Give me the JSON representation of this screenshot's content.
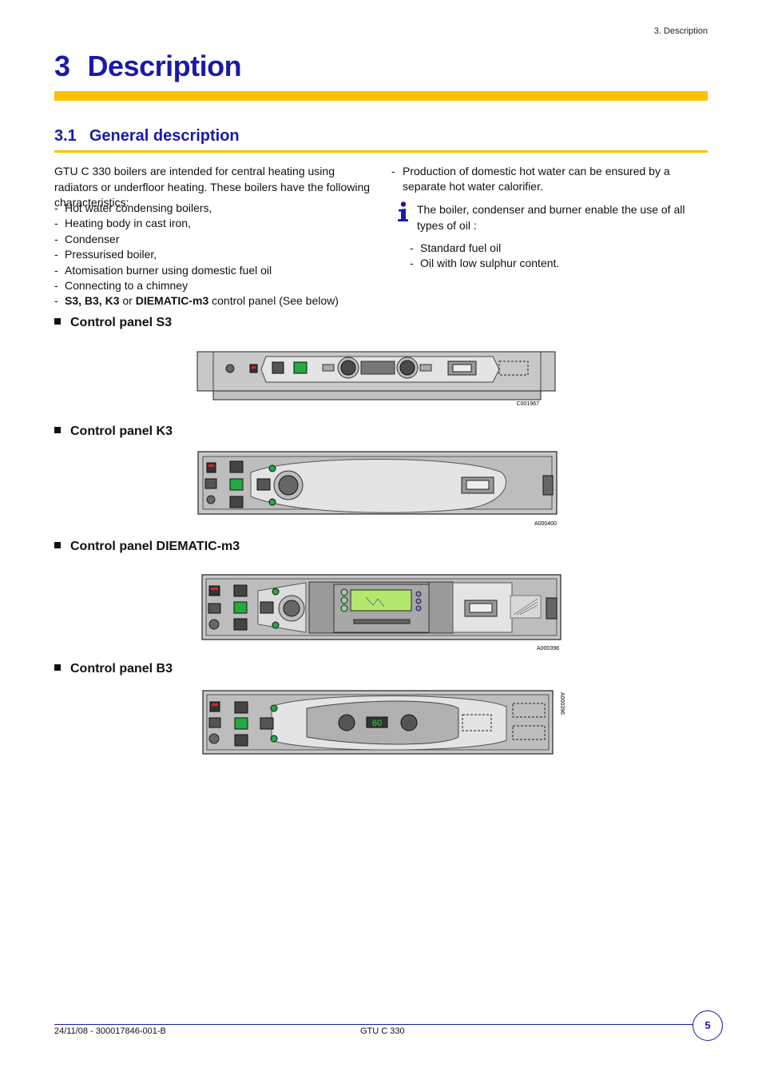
{
  "header": {
    "running_title": "3. Description"
  },
  "chapter": {
    "number": "3",
    "title": "Description"
  },
  "section": {
    "number": "3.1",
    "title": "General description"
  },
  "intro": {
    "text": "GTU C 330 boilers are intended for central heating using radiators or underfloor heating. These boilers have the following characteristics:",
    "characteristics": [
      "Hot water condensing boilers,",
      "Heating body in cast iron,",
      "Condenser",
      "Pressurised boiler,",
      "Atomisation burner using domestic fuel oil",
      "Connecting to a chimney"
    ],
    "panel_item": {
      "bold1": "S3, B3, K3",
      "or": " or ",
      "bold2": "DIEMATIC-m3",
      "rest": " control panel (See below)"
    }
  },
  "right_column": {
    "calorifier": "Production of domestic hot water can be ensured by a separate hot water calorifier.",
    "info": "The boiler, condenser and burner enable the use of all types of oil :",
    "oils": [
      "Standard fuel oil",
      "Oil with low sulphur content."
    ]
  },
  "panels": [
    {
      "heading": "Control panel S3",
      "ref": "C001967"
    },
    {
      "heading": "Control panel K3",
      "ref": "A000400"
    },
    {
      "heading": "Control panel DIEMATIC-m3",
      "ref": "A000398"
    },
    {
      "heading": "Control panel B3",
      "ref": "A000396",
      "display": "60"
    }
  ],
  "footer": {
    "doc_ref": "24/11/08 - 300017846-001-B",
    "product": "GTU C 330",
    "page": "5"
  },
  "colors": {
    "title_blue": "#1a1aa8",
    "accent_yellow": "#ffc000",
    "indicator_green": "#22aa44"
  }
}
